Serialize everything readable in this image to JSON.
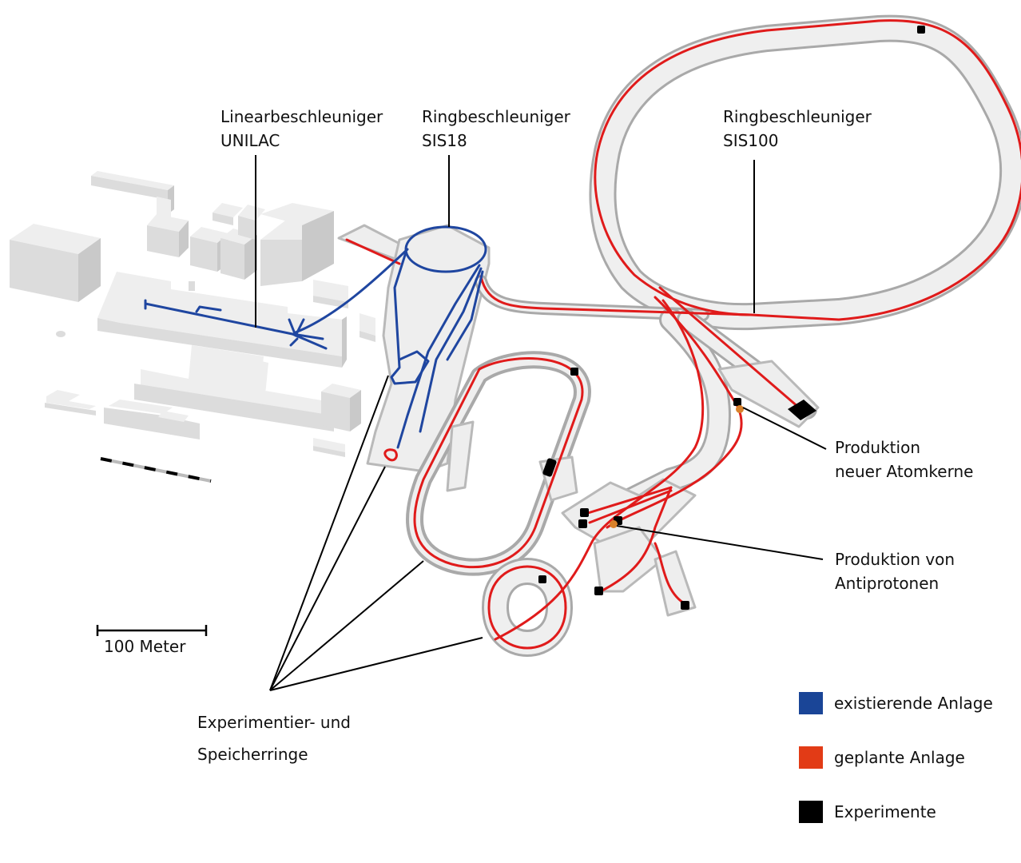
{
  "labels": {
    "unilac": {
      "line1": "Linearbeschleuniger",
      "line2": "UNILAC"
    },
    "sis18": {
      "line1": "Ringbeschleuniger",
      "line2": "SIS18"
    },
    "sis100": {
      "line1": "Ringbeschleuniger",
      "line2": "SIS100"
    },
    "nuclei": {
      "line1": "Produktion",
      "line2": "neuer Atomkerne"
    },
    "antiprotons": {
      "line1": "Produktion von",
      "line2": "Antiprotonen"
    },
    "rings": {
      "line1": "Experimentier- und",
      "line2": "Speicherringe"
    }
  },
  "scale": {
    "label": "100 Meter"
  },
  "legend": {
    "items": [
      {
        "label": "existierende Anlage",
        "color": "#1a4597"
      },
      {
        "label": "geplante Anlage",
        "color": "#e23b16"
      },
      {
        "label": "Experimente",
        "color": "#000000"
      }
    ]
  },
  "colors": {
    "existing_beamline": "#1f46a0",
    "planned_beamline": "#e01b1b",
    "production_target": "#d9822b",
    "experiment": "#000000"
  }
}
